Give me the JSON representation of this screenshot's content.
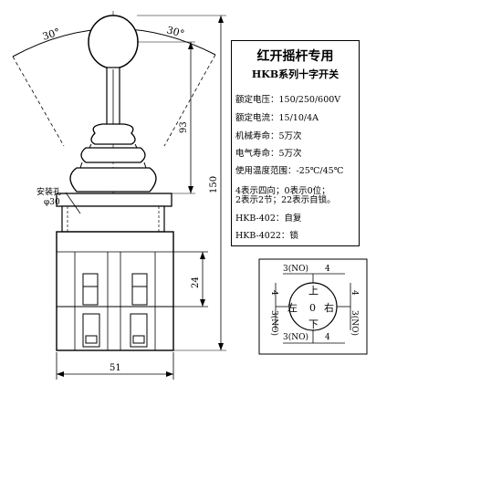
{
  "drawing": {
    "angle_left": "30°",
    "angle_right": "30°",
    "mount_hole_label": "安装孔",
    "mount_hole_dia": "φ30",
    "dim_93": "93",
    "dim_150": "150",
    "dim_24": "24",
    "dim_51": "51"
  },
  "spec": {
    "title": "红开摇杆专用",
    "subtitle": "HKB系列十字开关",
    "lines": [
      "额定电压：150/250/600V",
      "额定电流：15/10/4A",
      "机械寿命：5万次",
      "电气寿命：5万次",
      "使用温度范围：-25℃/45℃",
      "4表示四向；0表示0位；",
      "2表示2节；22表示自锁。",
      "HKB-402：自复",
      "HKB-4022：锁"
    ]
  },
  "switch_diagram": {
    "top_no": "3(NO)",
    "top_nc": "4",
    "bottom_no": "3(NO)",
    "bottom_nc": "4",
    "left_nc": "4",
    "left_no": "3(NO)",
    "right_nc": "4",
    "right_no": "3(NO)",
    "up": "上",
    "down": "下",
    "left": "左",
    "right": "右",
    "center": "0"
  }
}
